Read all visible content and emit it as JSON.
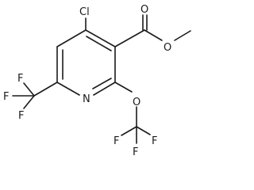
{
  "molecule": {
    "atoms": {
      "cl": "Cl",
      "n": "N",
      "o_carbonyl": "O",
      "o_ester": "O",
      "o_ether": "O",
      "f_left_top": "F",
      "f_left_mid": "F",
      "f_left_bot": "F",
      "f_bot_left": "F",
      "f_bot_mid": "F",
      "f_bot_right": "F"
    }
  }
}
